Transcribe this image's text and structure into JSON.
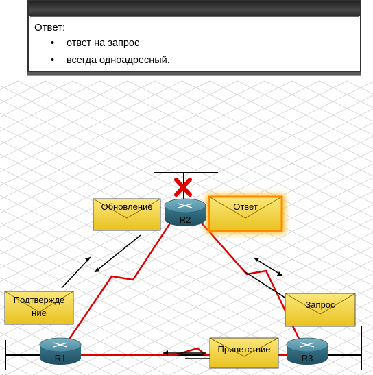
{
  "callout": {
    "title": "Ответ:",
    "items": [
      "ответ на запрос",
      "всегда одноадресный."
    ]
  },
  "routers": {
    "r1": "R1",
    "r2": "R2",
    "r3": "R3"
  },
  "envelopes": {
    "update": "Обновление",
    "reply": "Ответ",
    "ack_line1": "Подтвержде",
    "ack_line2": "ние",
    "query": "Запрос",
    "hello": "Приветствие"
  },
  "colors": {
    "link": "#e00000",
    "envelope": "#f5d33a",
    "highlight": "#ff9a1f",
    "router": "#3f7f93"
  }
}
